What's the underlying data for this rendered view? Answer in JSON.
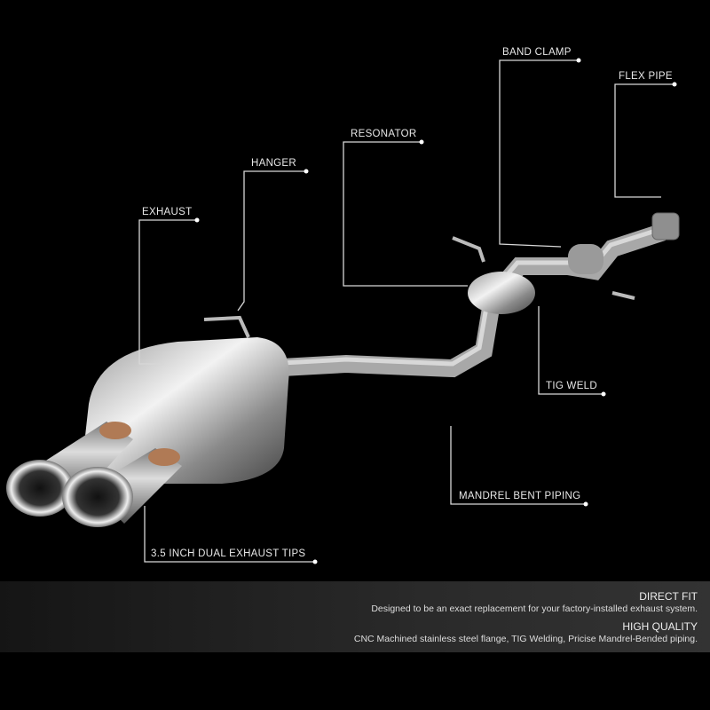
{
  "callouts": {
    "band_clamp": "BAND CLAMP",
    "flex_pipe": "FLEX PIPE",
    "resonator": "RESONATOR",
    "hanger": "HANGER",
    "exhaust": "EXHAUST",
    "tig_weld": "TIG WELD",
    "mandrel": "MANDREL BENT PIPING",
    "tips": "3.5 INCH DUAL EXHAUST TIPS"
  },
  "features": [
    {
      "title": "DIRECT FIT",
      "text": "Designed to be an exact replacement for your factory-installed exhaust system."
    },
    {
      "title": "HIGH QUALITY",
      "text": "CNC Machined stainless steel flange, TIG Welding, Pricise Mandrel-Bended piping."
    }
  ]
}
